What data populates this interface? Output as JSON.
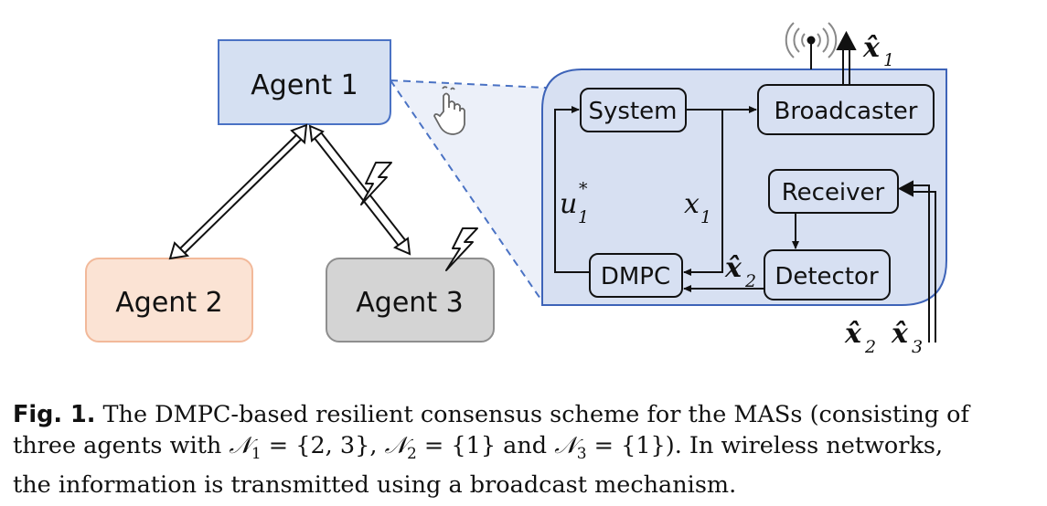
{
  "figure": {
    "agents": {
      "agent1": "Agent 1",
      "agent2": "Agent 2",
      "agent3": "Agent 3"
    },
    "blocks": {
      "system": "System",
      "broadcaster": "Broadcaster",
      "receiver": "Receiver",
      "detector": "Detector",
      "dmpc": "DMPC"
    },
    "signals": {
      "u_base": "u",
      "u_sub": "1",
      "u_sup": "*",
      "x1_base": "x",
      "x1_sub": "1",
      "xhat_base": "x̂",
      "xhat1_sub": "1",
      "xhat2_sub": "2",
      "xhat3_sub": "3"
    },
    "colors": {
      "agent1_fill": "#d5e0f2",
      "agent1_stroke": "#4a72c4",
      "agent2_fill": "#fbe3d4",
      "agent2_stroke": "#f2b99a",
      "agent3_fill": "#d4d4d4",
      "agent3_stroke": "#8e8e8e",
      "panel_fill": "#d7e0f2",
      "panel_stroke": "#3d63b8",
      "zoom_fill": "#e9edf8",
      "zoom_stroke": "#4a72c4"
    }
  },
  "caption": {
    "label": "Fig. 1.",
    "line1": " The DMPC-based resilient consensus scheme for the MASs (consisting of",
    "line2a": "three agents with ",
    "n1": "𝒩",
    "n1sub": "1",
    "n1val": " = {2, 3}, ",
    "n2": "𝒩",
    "n2sub": "2",
    "n2val": " = {1} and ",
    "n3": "𝒩",
    "n3sub": "3",
    "n3val": " = {1}). In wireless networks,",
    "line3": "the information is transmitted using a broadcast mechanism."
  }
}
